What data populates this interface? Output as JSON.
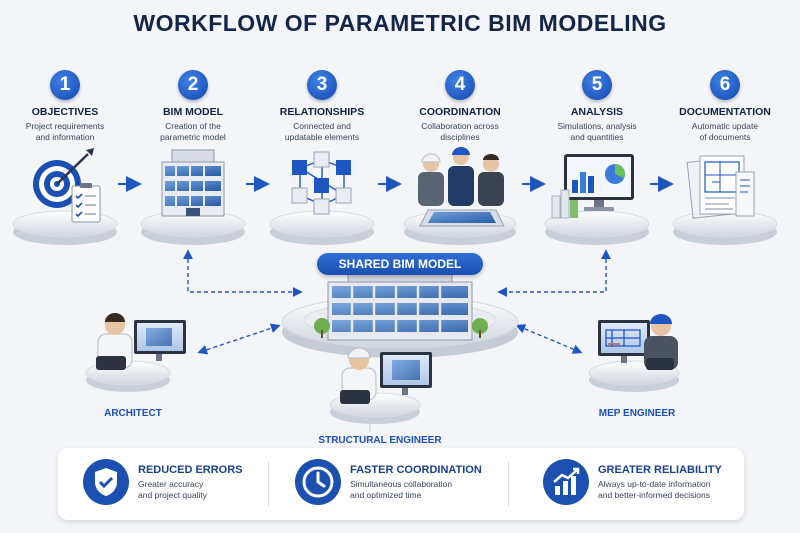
{
  "title": "WORKFLOW OF PARAMETRIC BIM MODELING",
  "steps": [
    {
      "number": "1",
      "title": "OBJECTIVES",
      "line1": "Project requirements",
      "line2": "and information",
      "icon": "target-checklist-icon"
    },
    {
      "number": "2",
      "title": "BIM MODEL",
      "line1": "Creation of the",
      "line2": "parametric model",
      "icon": "building-icon"
    },
    {
      "number": "3",
      "title": "RELATIONSHIPS",
      "line1": "Connected and",
      "line2": "updatable elements",
      "icon": "cube-network-icon"
    },
    {
      "number": "4",
      "title": "COORDINATION",
      "line1": "Collaboration across",
      "line2": "disciplines",
      "icon": "team-icon"
    },
    {
      "number": "5",
      "title": "ANALYSIS",
      "line1": "Simulations, analysis",
      "line2": "and quantities",
      "icon": "analytics-monitor-icon"
    },
    {
      "number": "6",
      "title": "DOCUMENTATION",
      "line1": "Automatic update",
      "line2": "of documents",
      "icon": "documents-icon"
    }
  ],
  "shared_model": {
    "label": "SHARED BIM MODEL"
  },
  "roles": {
    "architect": "ARCHITECT",
    "structural": "STRUCTURAL ENGINEER",
    "mep": "MEP ENGINEER"
  },
  "benefits": [
    {
      "title": "REDUCED ERRORS",
      "line1": "Greater accuracy",
      "line2": "and project quality",
      "icon": "shield-check-icon"
    },
    {
      "title": "FASTER COORDINATION",
      "line1": "Simultaneous collaboration",
      "line2": "and optimized time",
      "icon": "clock-icon"
    },
    {
      "title": "GREATER RELIABILITY",
      "line1": "Always up-to-date information",
      "line2": "and better-informed decisions",
      "icon": "growth-chart-icon"
    }
  ],
  "colors": {
    "accent": "#1b4fb0",
    "dark": "#14254a",
    "platform": "#e4e8ee"
  }
}
